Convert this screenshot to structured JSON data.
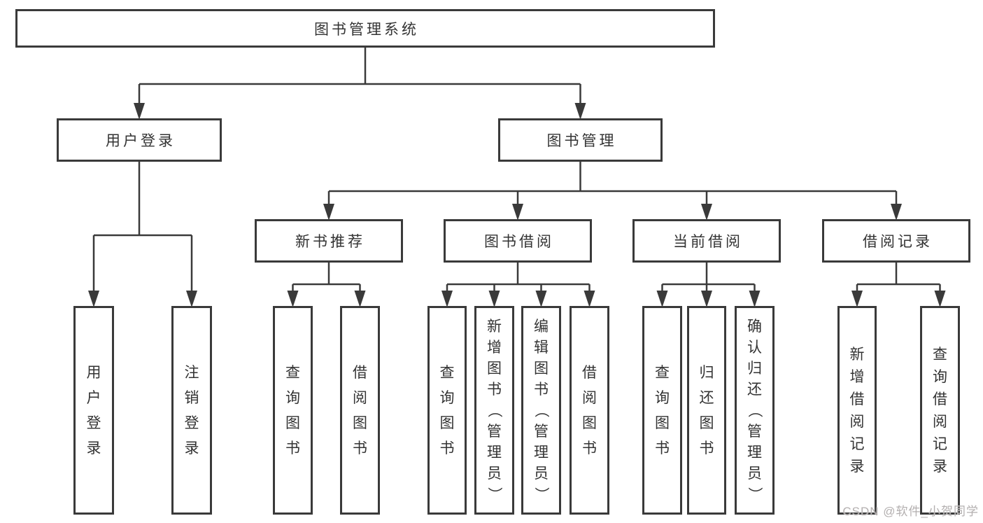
{
  "diagram": {
    "title": "图书管理系统",
    "watermark": "CSDN @软件_小贺同学",
    "colors": {
      "line": "#3a3a3a",
      "box_border": "#3a3a3a",
      "text": "#333333",
      "background": "#ffffff",
      "watermark": "#b3afaf"
    },
    "nodes": [
      {
        "id": "root",
        "label": "图书管理系统",
        "parent": null,
        "orientation": "horizontal"
      },
      {
        "id": "user-login",
        "label": "用户登录",
        "parent": "root",
        "orientation": "horizontal"
      },
      {
        "id": "book-mgmt",
        "label": "图书管理",
        "parent": "root",
        "orientation": "horizontal"
      },
      {
        "id": "new-book-rec",
        "label": "新书推荐",
        "parent": "book-mgmt",
        "orientation": "horizontal"
      },
      {
        "id": "book-borrow",
        "label": "图书借阅",
        "parent": "book-mgmt",
        "orientation": "horizontal"
      },
      {
        "id": "current-borrow",
        "label": "当前借阅",
        "parent": "book-mgmt",
        "orientation": "horizontal"
      },
      {
        "id": "borrow-records",
        "label": "借阅记录",
        "parent": "book-mgmt",
        "orientation": "horizontal"
      },
      {
        "id": "leaf-user-login",
        "label": "用户登录",
        "parent": "user-login",
        "orientation": "vertical"
      },
      {
        "id": "leaf-logout",
        "label": "注销登录",
        "parent": "user-login",
        "orientation": "vertical"
      },
      {
        "id": "leaf-query-book-1",
        "label": "查询图书",
        "parent": "new-book-rec",
        "orientation": "vertical"
      },
      {
        "id": "leaf-borrow-book-1",
        "label": "借阅图书",
        "parent": "new-book-rec",
        "orientation": "vertical"
      },
      {
        "id": "leaf-query-book-2",
        "label": "查询图书",
        "parent": "book-borrow",
        "orientation": "vertical"
      },
      {
        "id": "leaf-add-book",
        "label": "新增图书（管理员）",
        "parent": "book-borrow",
        "orientation": "vertical"
      },
      {
        "id": "leaf-edit-book",
        "label": "编辑图书（管理员）",
        "parent": "book-borrow",
        "orientation": "vertical"
      },
      {
        "id": "leaf-borrow-book-2",
        "label": "借阅图书",
        "parent": "book-borrow",
        "orientation": "vertical"
      },
      {
        "id": "leaf-query-book-3",
        "label": "查询图书",
        "parent": "current-borrow",
        "orientation": "vertical"
      },
      {
        "id": "leaf-return-book",
        "label": "归还图书",
        "parent": "current-borrow",
        "orientation": "vertical"
      },
      {
        "id": "leaf-confirm-return",
        "label": "确认归还（管理员）",
        "parent": "current-borrow",
        "orientation": "vertical"
      },
      {
        "id": "leaf-add-record",
        "label": "新增借阅记录",
        "parent": "borrow-records",
        "orientation": "vertical"
      },
      {
        "id": "leaf-query-record",
        "label": "查询借阅记录",
        "parent": "borrow-records",
        "orientation": "vertical"
      }
    ]
  }
}
